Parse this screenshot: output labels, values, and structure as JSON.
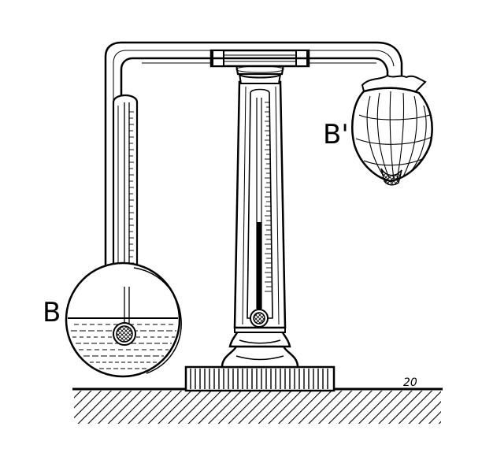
{
  "labels": {
    "bulb_left": "B",
    "bulb_right": "B'",
    "signature": "20"
  },
  "colors": {
    "ink": "#000000",
    "paper": "#ffffff"
  }
}
